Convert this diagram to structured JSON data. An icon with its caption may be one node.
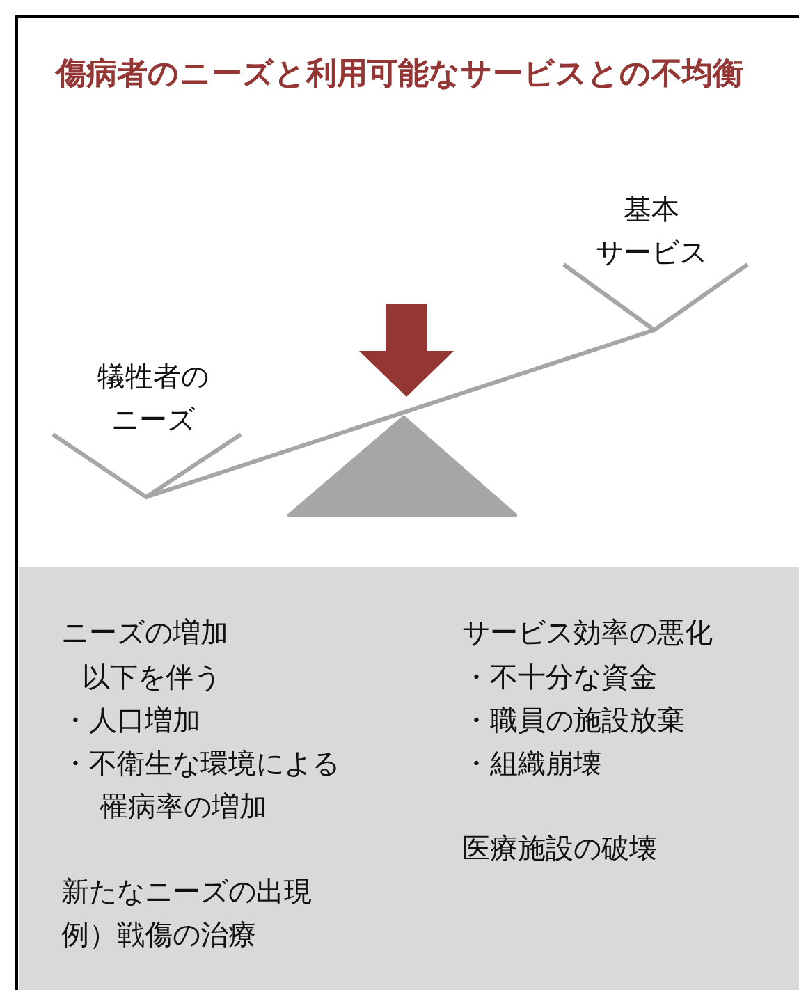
{
  "diagram": {
    "title": "傷病者のニーズと利用可能なサービスとの不均衡",
    "nodes": [
      {
        "text": [
          "ニーズの増加",
          "以下を伴う",
          "・人口増加",
          "・不衛生な環境による罹病率の増加",
          "新たなニーズの出現",
          "例）戦傷の治療",
          "サービス効率の悪化",
          "・不十分な資金",
          "・職員の施設放棄",
          "・組織崩壊",
          "医療施設の破壊"
        ]
      }
    ],
    "labels": [
      "犠牲者のニーズ",
      "基本サービス"
    ]
  }
}
